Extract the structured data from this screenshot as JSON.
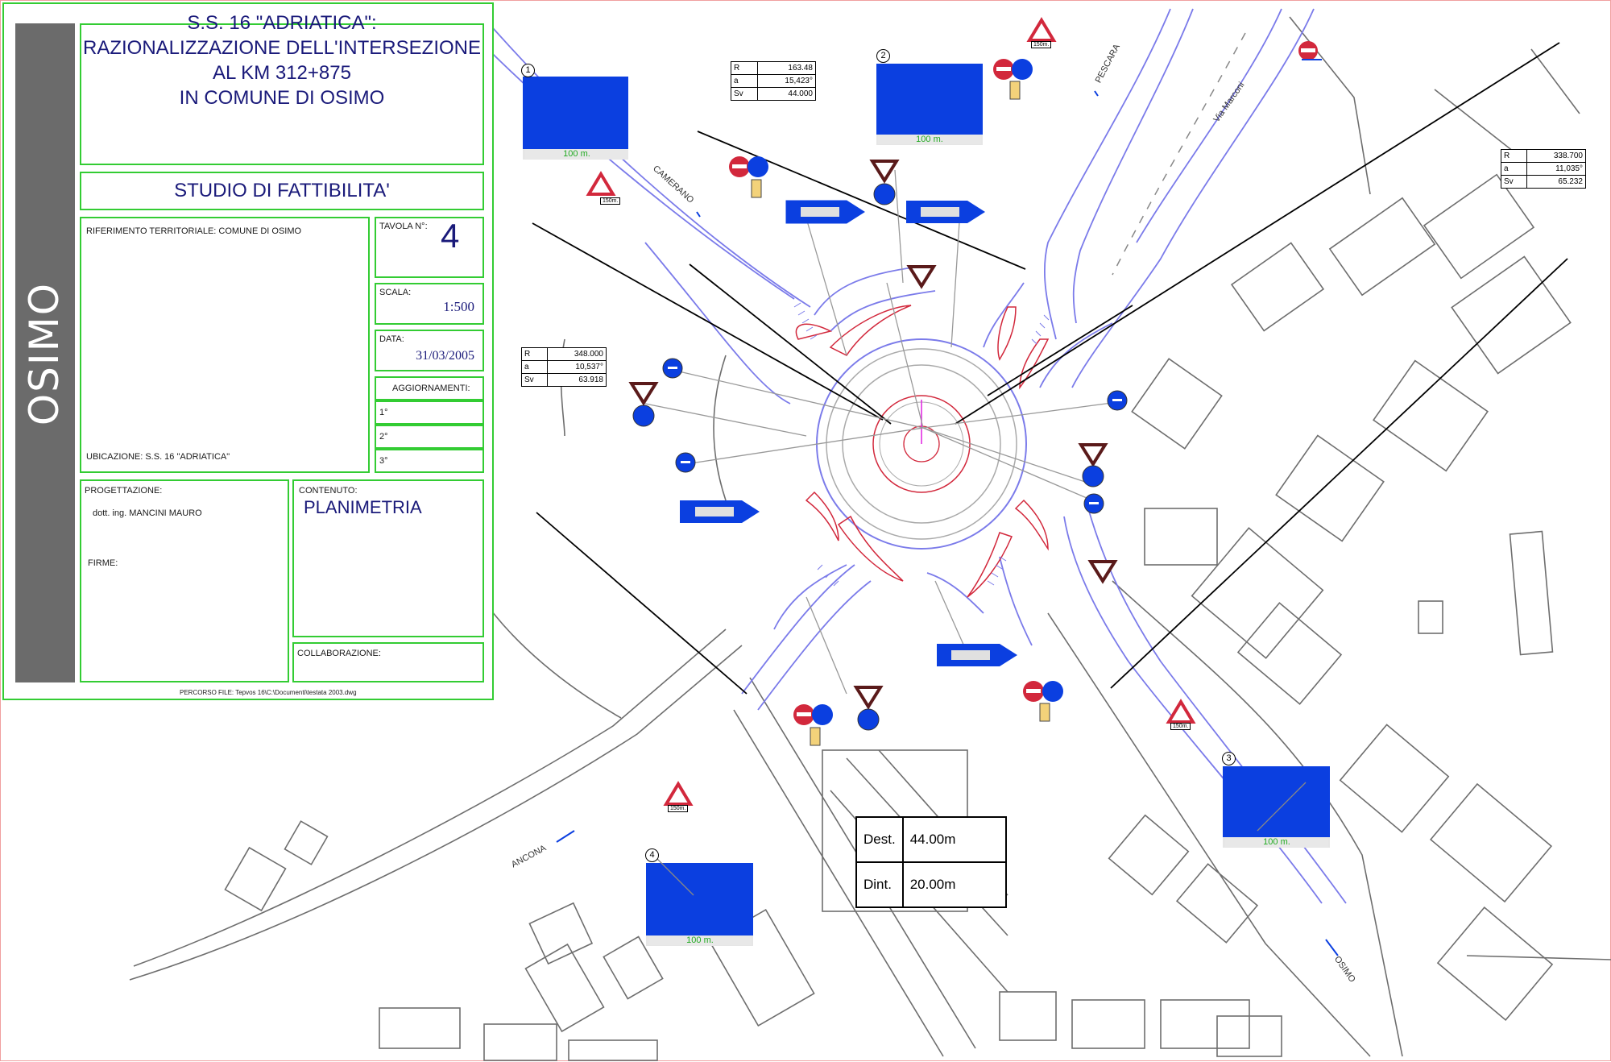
{
  "title_block": {
    "city_vertical": "OSIMO",
    "title_lines": [
      "S.S. 16 \"ADRIATICA\":",
      "RAZIONALIZZAZIONE DELL'INTERSEZIONE",
      "AL KM 312+875",
      "IN COMUNE DI OSIMO"
    ],
    "study_type": "STUDIO DI FATTIBILITA'",
    "riferimento": "RIFERIMENTO TERRITORIALE:   COMUNE DI OSIMO",
    "ubicazione": "UBICAZIONE:  S.S. 16 \"ADRIATICA\"",
    "tavola_label": "TAVOLA  N°:",
    "tavola_value": "4",
    "scala_label": "SCALA:",
    "scala_value": "1:500",
    "data_label": "DATA:",
    "data_value": "31/03/2005",
    "aggiornamenti_label": "AGGIORNAMENTI:",
    "agg_rows": [
      "1°",
      "2°",
      "3°"
    ],
    "progettazione_label": "PROGETTAZIONE:",
    "progettista": "dott. ing.  MANCINI MAURO",
    "firme_label": "FIRME:",
    "contenuto_label": "CONTENUTO:",
    "contenuto_value": "PLANIMETRIA",
    "collaborazione_label": "COLLABORAZIONE:",
    "file_path": "PERCORSO FILE:   Tepvos 16\\C:\\Documenti\\testata 2003.dwg"
  },
  "curve_tables": [
    {
      "rows": [
        [
          "R",
          "163.48"
        ],
        [
          "a",
          "15,423°"
        ],
        [
          "Sv",
          "44.000"
        ]
      ]
    },
    {
      "rows": [
        [
          "R",
          "348.000"
        ],
        [
          "a",
          "10,537°"
        ],
        [
          "Sv",
          "63.918"
        ]
      ]
    },
    {
      "rows": [
        [
          "R",
          "338.700"
        ],
        [
          "a",
          "11,035°"
        ],
        [
          "Sv",
          "65.232"
        ]
      ]
    }
  ],
  "distance_table": {
    "rows": [
      [
        "Dest.",
        "44.00m"
      ],
      [
        "Dint.",
        "20.00m"
      ]
    ]
  },
  "roads": {
    "camerano": "CAMERANO",
    "pescara": "PESCARA",
    "via_marconi": "Via Marconi",
    "ancona": "ANCONA",
    "osimo": "OSIMO"
  },
  "signs": {
    "sign_numbers": [
      "1",
      "2",
      "3",
      "4"
    ],
    "distance_100": "100 m.",
    "distance_150": "150m."
  },
  "colors": {
    "frame_green": "#33cc33",
    "sign_blue": "#0b3fe0",
    "road_purple": "#7b7bea",
    "island_red": "#d2283c",
    "title_navy": "#1a1a7a",
    "sidebar_grey": "#6b6b6b"
  }
}
